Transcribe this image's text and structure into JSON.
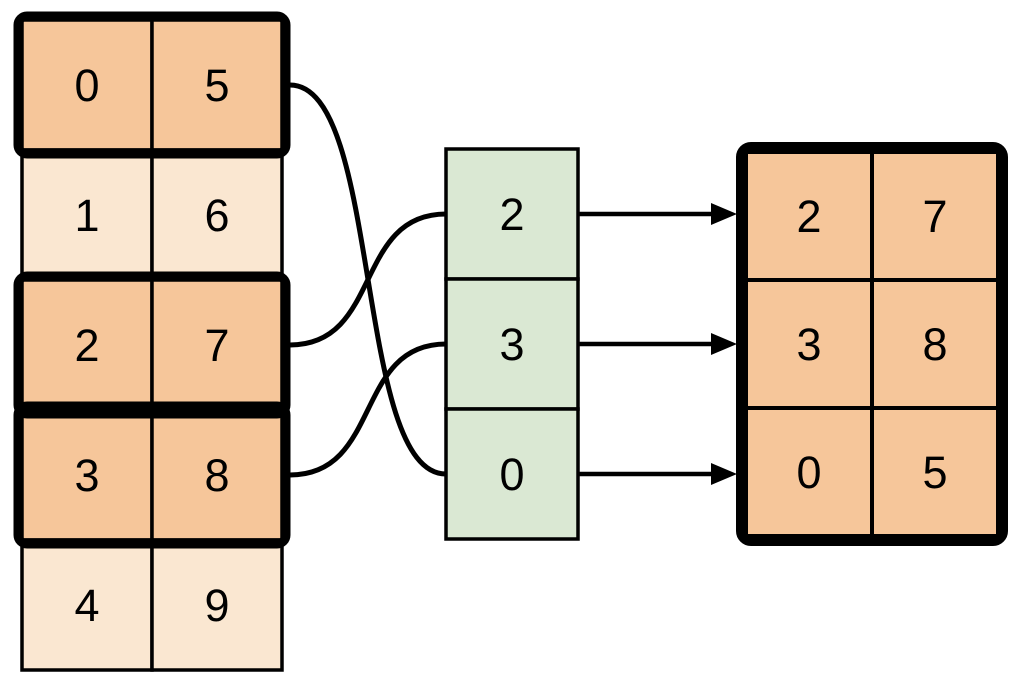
{
  "colors": {
    "background": "#FFFFFF",
    "highlight": "#F6C69A",
    "light": "#FAE7D1",
    "index": "#DAE8D3",
    "stroke": "#000000"
  },
  "source_table": {
    "rows": [
      {
        "cells": [
          "0",
          "5"
        ],
        "highlighted": true
      },
      {
        "cells": [
          "1",
          "6"
        ],
        "highlighted": false
      },
      {
        "cells": [
          "2",
          "7"
        ],
        "highlighted": true
      },
      {
        "cells": [
          "3",
          "8"
        ],
        "highlighted": true
      },
      {
        "cells": [
          "4",
          "9"
        ],
        "highlighted": false
      }
    ]
  },
  "index_column": {
    "cells": [
      "2",
      "3",
      "0"
    ]
  },
  "result_table": {
    "rows": [
      {
        "cells": [
          "2",
          "7"
        ]
      },
      {
        "cells": [
          "3",
          "8"
        ]
      },
      {
        "cells": [
          "0",
          "5"
        ]
      }
    ]
  }
}
